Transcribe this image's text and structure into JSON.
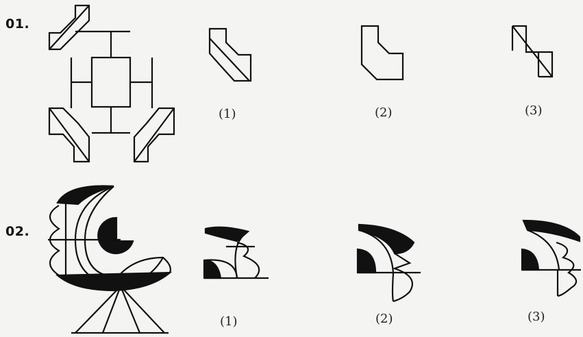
{
  "questions": [
    {
      "number": "01.",
      "options": [
        {
          "label": "(1)"
        },
        {
          "label": "(2)"
        },
        {
          "label": "(3)"
        }
      ]
    },
    {
      "number": "02.",
      "options": [
        {
          "label": "(1)"
        },
        {
          "label": "(2)"
        },
        {
          "label": "(3)"
        }
      ]
    }
  ]
}
